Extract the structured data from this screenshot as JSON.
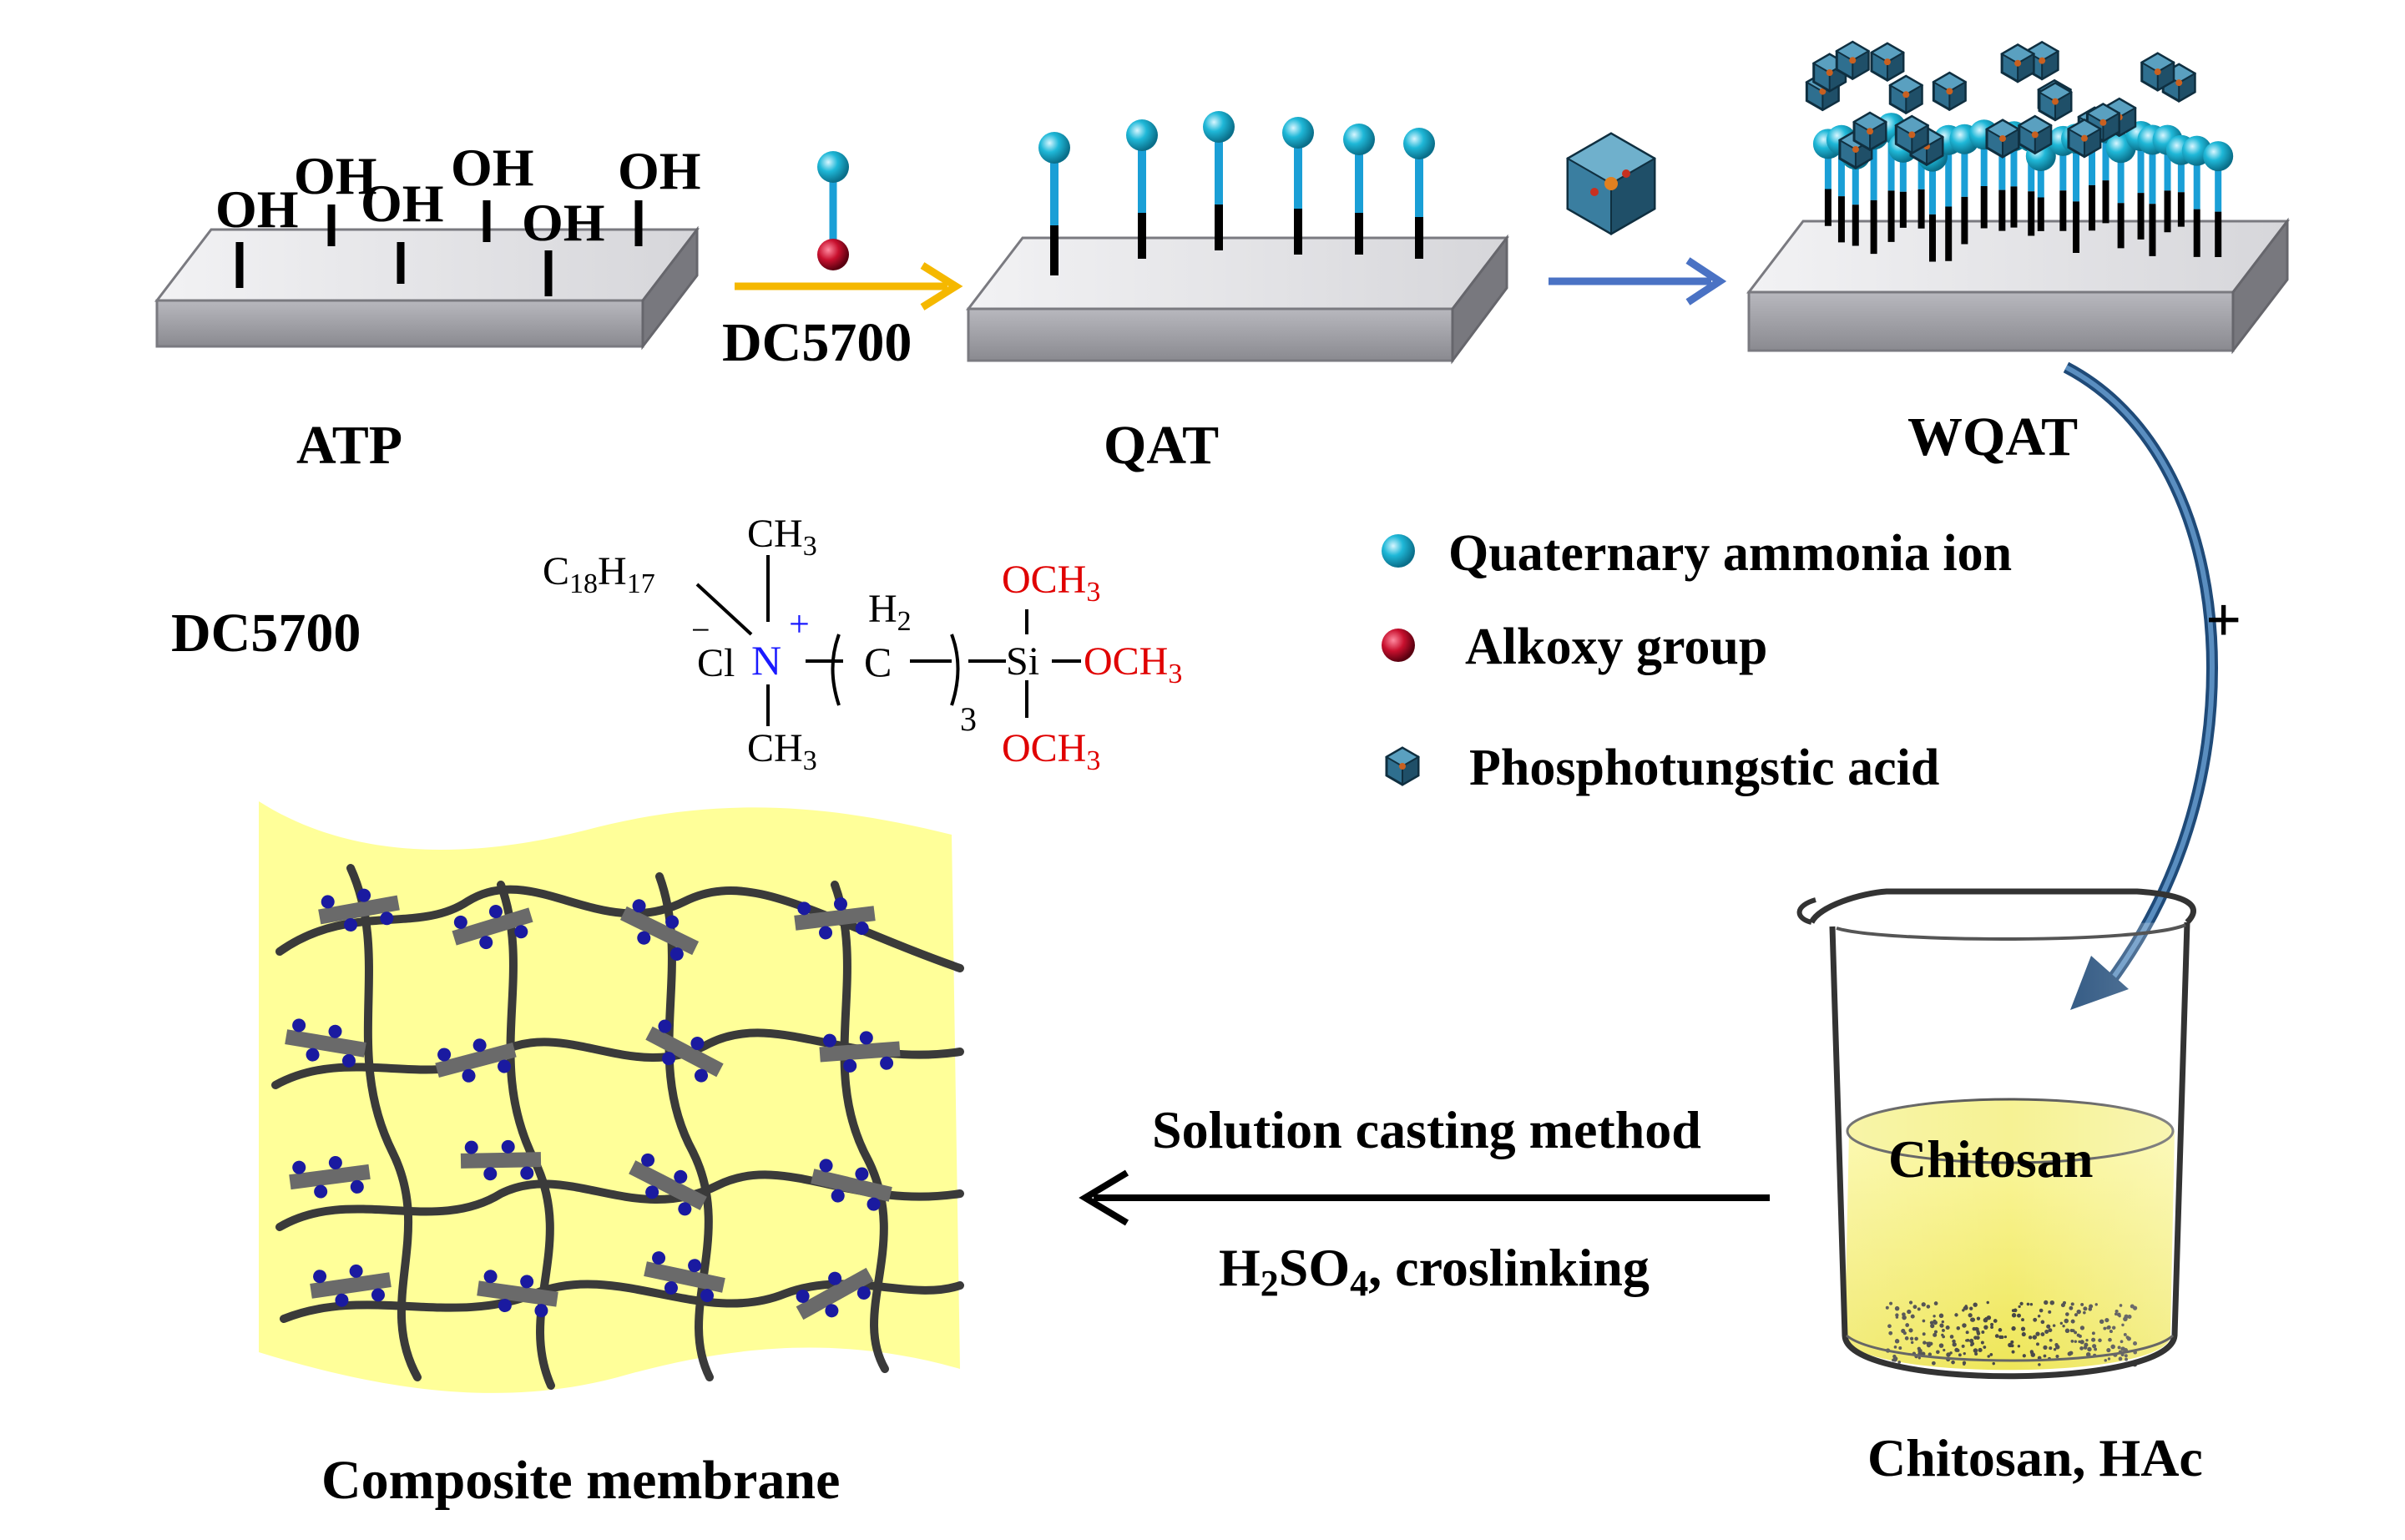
{
  "labels": {
    "atp": "ATP",
    "qat": "QAT",
    "wqat": "WQAT",
    "dc5700_arrow": "DC5700",
    "dc5700_structure": "DC5700",
    "composite": "Composite membrane",
    "chitosan_hac": "Chitosan, HAc",
    "chitosan": "Chitosan",
    "casting": "Solution casting method",
    "plus": "+"
  },
  "hydroxyl": "OH",
  "legend": {
    "items": [
      {
        "label": "Quaternary ammonia ion",
        "icon": "cyan-sphere-icon"
      },
      {
        "label": "Alkoxy group",
        "icon": "red-sphere-icon"
      },
      {
        "label": "Phosphotungstic acid",
        "icon": "phosphotungstic-acid-icon"
      }
    ]
  },
  "crosslink": {
    "h": "H",
    "sub2": "2",
    "so": "SO",
    "sub4": "4",
    "rest": ", croslinking"
  },
  "chem_structure": {
    "c18": "C",
    "c18_sub": "18",
    "h17": "H",
    "h17_sub": "17",
    "ch3": "CH",
    "sub3": "3",
    "cl": "Cl",
    "minus": "−",
    "n": "N",
    "plus": "+",
    "c": "C",
    "h2": "H",
    "h2_sub": "2",
    "si": "Si",
    "och3": "OCH",
    "repeat": "3"
  },
  "colors": {
    "slab_top": "#e4e4e6",
    "slab_front": "#9a9aa0",
    "slab_side": "#76767c",
    "sphere": "#1fb8d8",
    "stick_blue": "#1a9fd6",
    "alkoxy": "#c8102e",
    "arrow_orange": "#f5b800",
    "arrow_blue": "#4a72c4",
    "membrane_bg": "#ffff99",
    "beaker_liquid": "#f2ee70",
    "crosslink_dot": "#1a1aa0",
    "polymer": "#3a3a3a"
  }
}
